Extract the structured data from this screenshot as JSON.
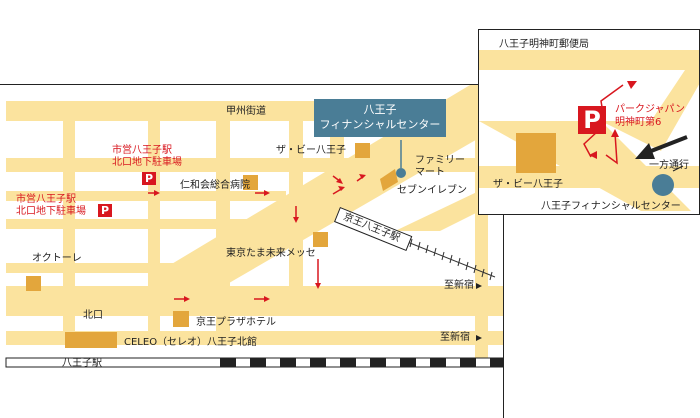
{
  "colors": {
    "road": "#fbe39e",
    "building": "#e3a63c",
    "callout": "#4a7d96",
    "parking": "#d8171f",
    "arrow": "#d8171f",
    "target": "#4a7d96"
  },
  "main_map": {
    "callout_line1": "八王子",
    "callout_line2": "フィナンシャルセンター",
    "road_koshu": "甲州街道",
    "parking_icon": "P",
    "parking_a_line1": "市営八王子駅",
    "parking_a_line2": "北口地下駐車場",
    "parking_b_line1": "市営八王子駅",
    "parking_b_line2": "北口地下駐車場",
    "za_bee": "ザ・ビー八王子",
    "jinwakai": "仁和会総合病院",
    "familymart_line1": "ファミリー",
    "familymart_line2": "マート",
    "seven_eleven": "セブンイレブン",
    "keio_station": "京王八王子駅",
    "tokyo_tama": "東京たま未来メッセ",
    "okutore": "オクトーレ",
    "to_shinjuku_1": "至新宿",
    "kitaguchi": "北口",
    "keio_plaza": "京王プラザホテル",
    "to_shinjuku_2": "至新宿",
    "celeo": "CELEO（セレオ）八王子北館",
    "hachioji_station": "八王子駅"
  },
  "inset_map": {
    "post_office": "八王子明神町郵便局",
    "parking_icon": "P",
    "parking_line1": "パークジャパン",
    "parking_line2": "明神町第6",
    "one_way": "一方通行",
    "za_bee": "ザ・ビー八王子",
    "center": "八王子フィナンシャルセンター"
  }
}
